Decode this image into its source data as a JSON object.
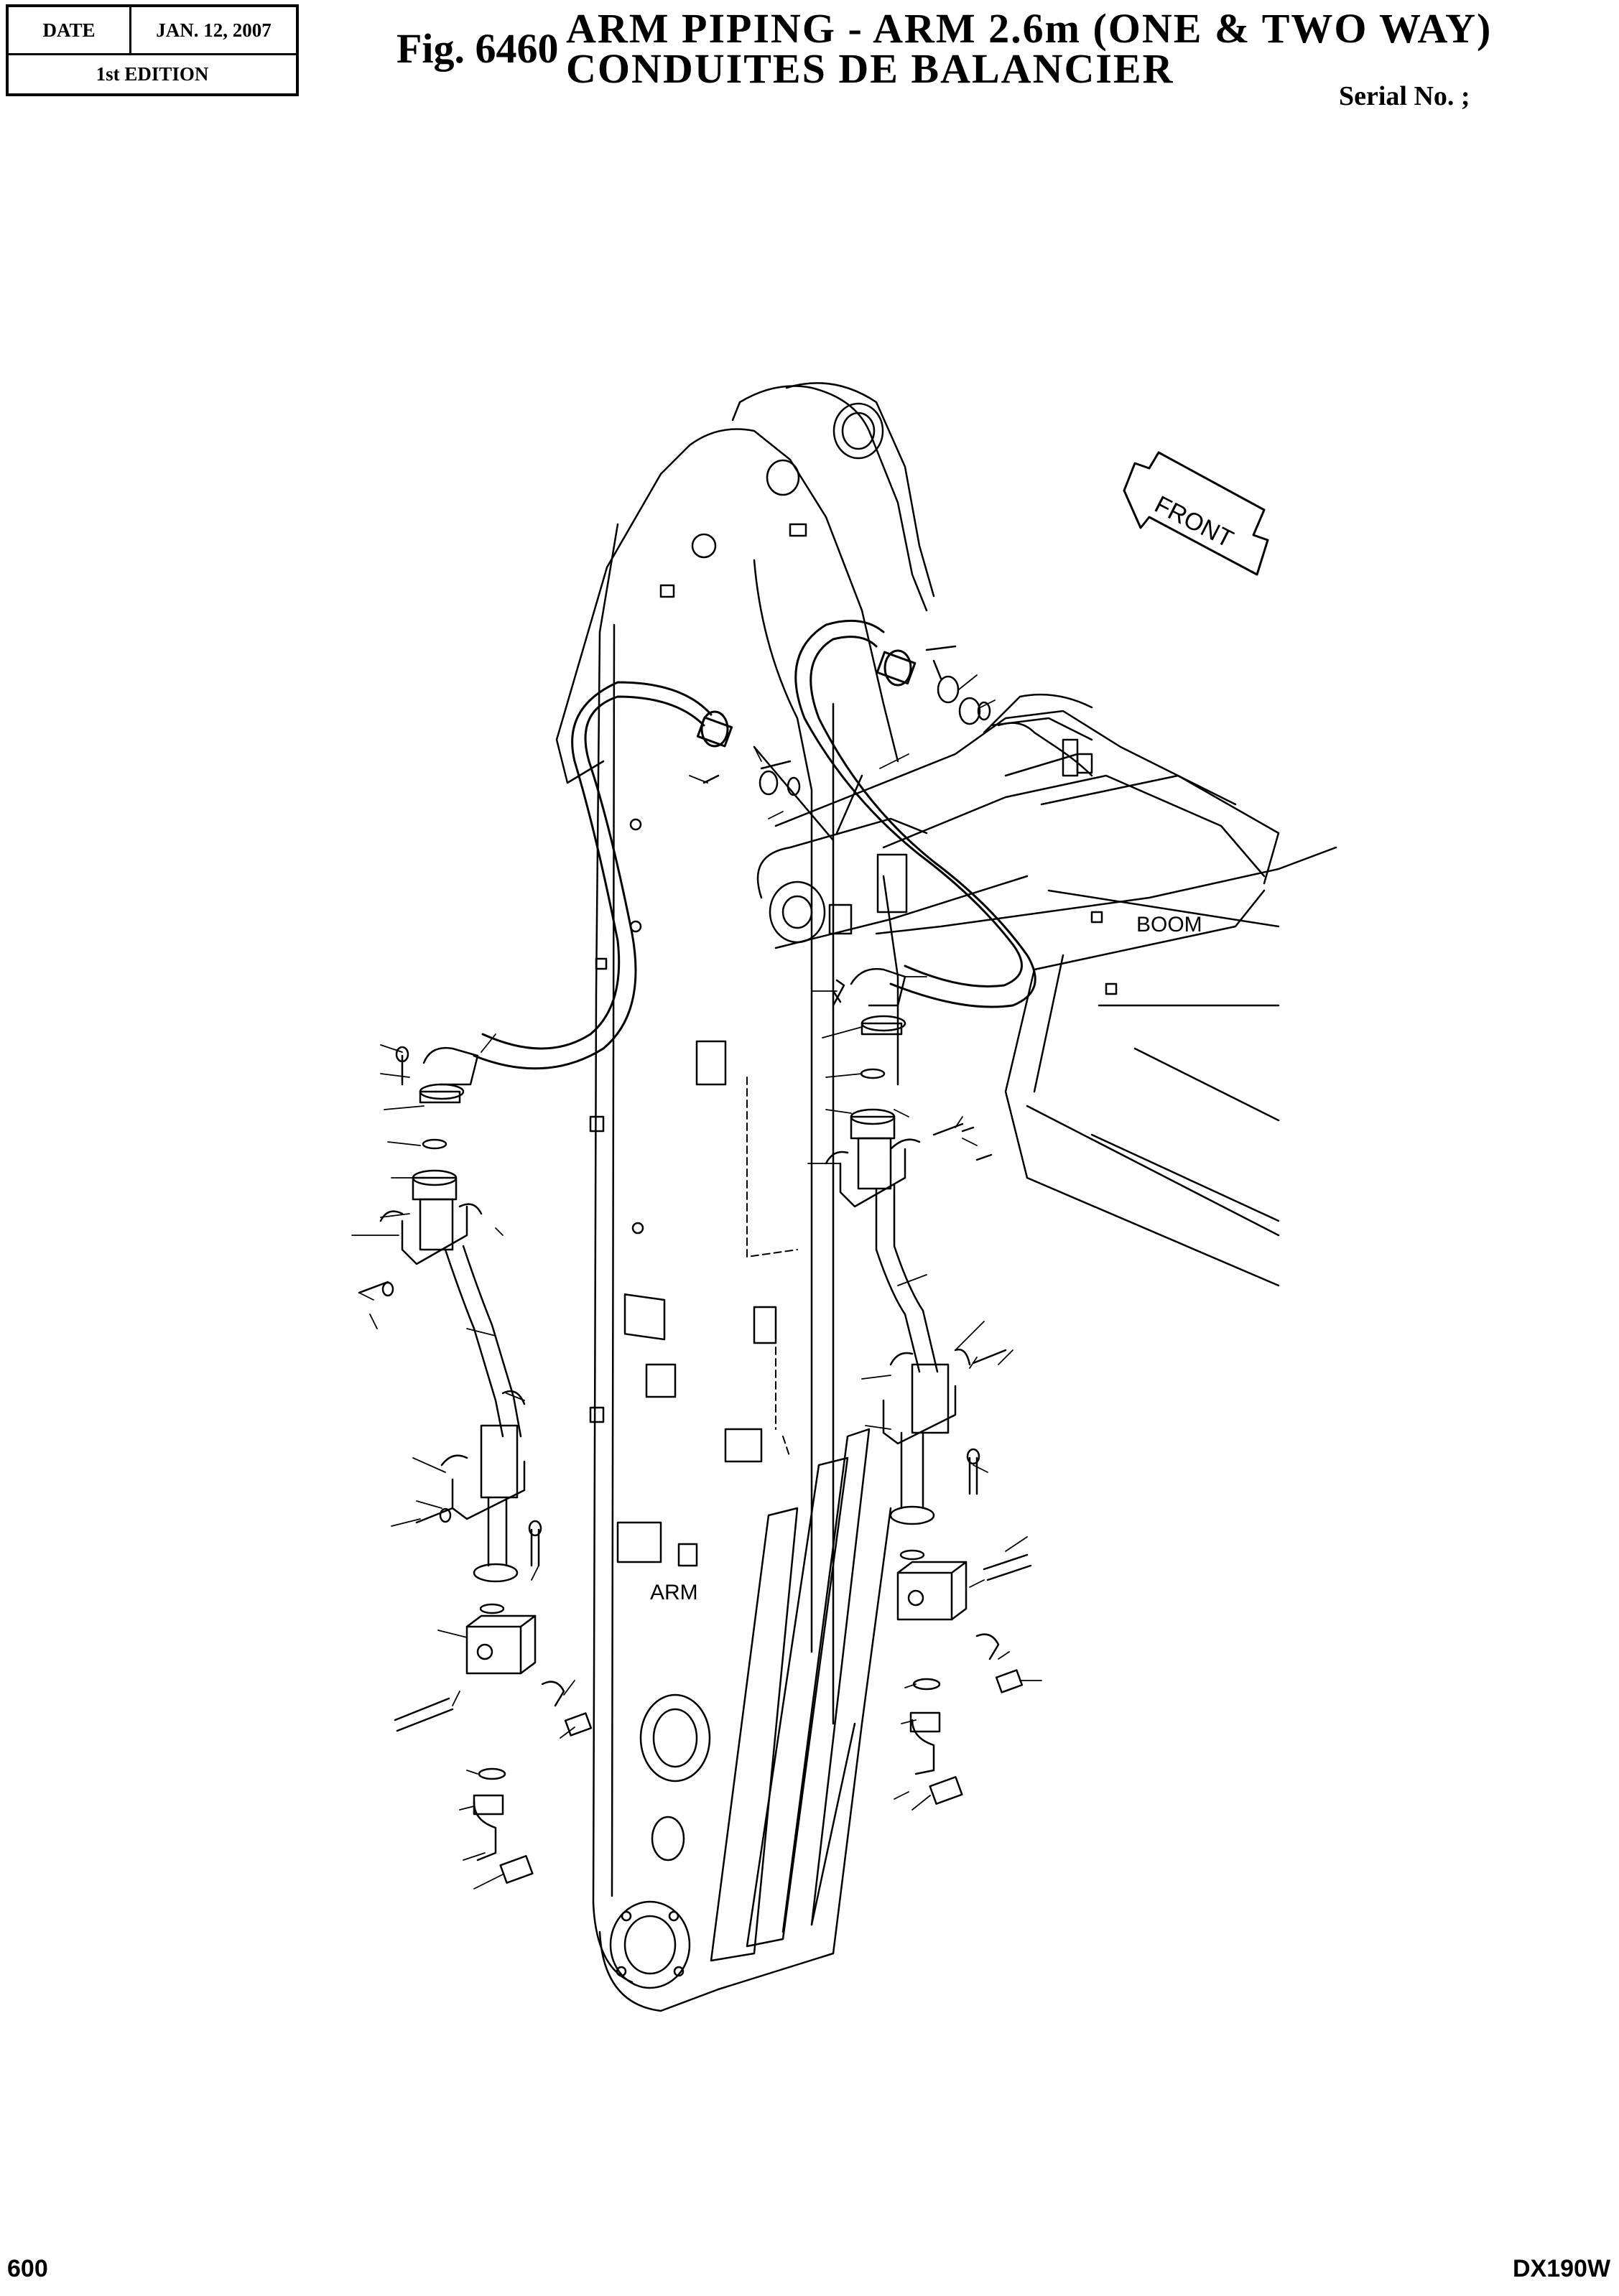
{
  "header": {
    "date_label": "DATE",
    "date_value": "JAN. 12, 2007",
    "edition": "1st EDITION",
    "fig_number": "Fig. 6460",
    "title_en": "ARM PIPING - ARM 2.6m (ONE & TWO WAY)",
    "title_fr": "CONDUITES DE BALANCIER",
    "serial_label": "Serial No. ;"
  },
  "drawing": {
    "labels": {
      "front": "FRONT",
      "boom": "BOOM",
      "arm": "ARM"
    }
  },
  "footer": {
    "page": "600",
    "model": "DX190W"
  }
}
